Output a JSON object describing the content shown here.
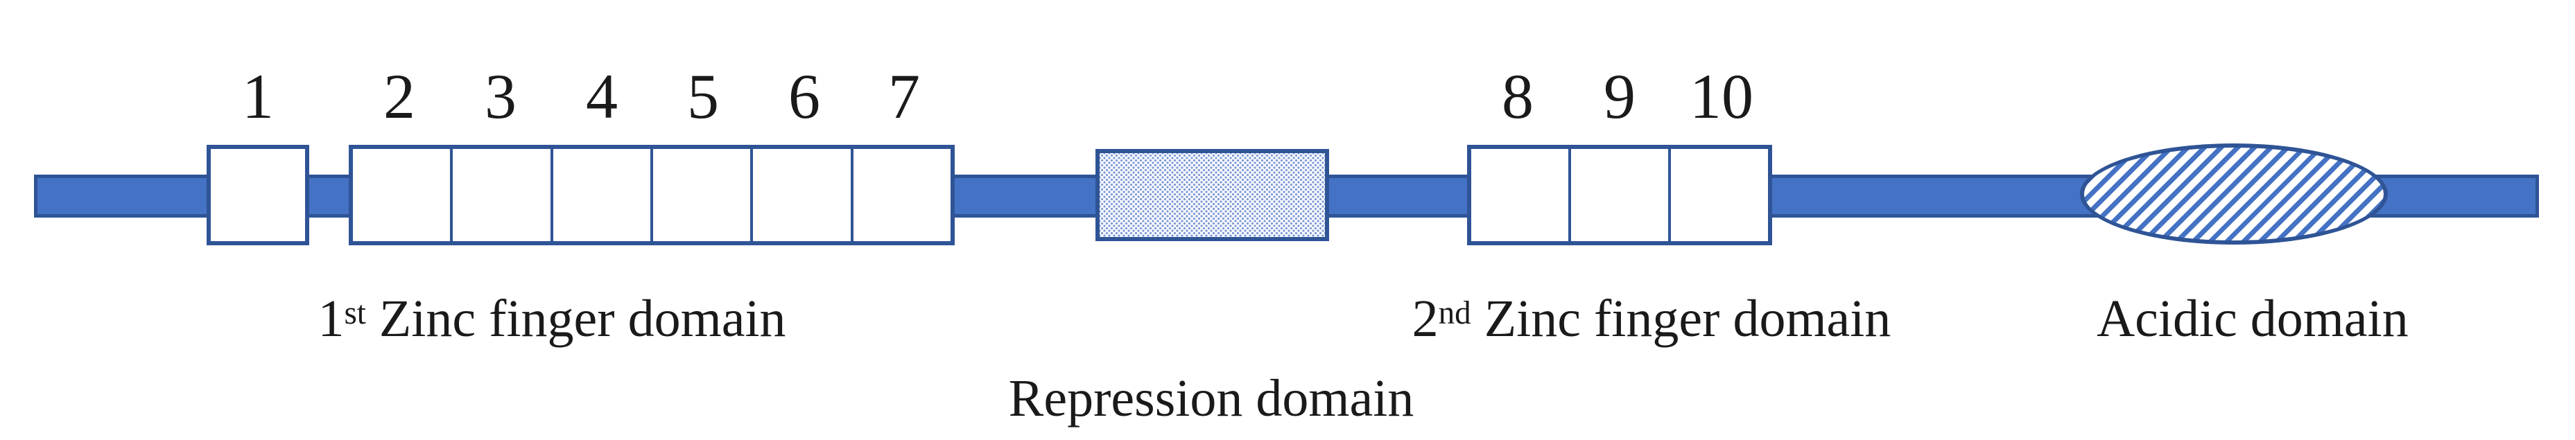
{
  "colors": {
    "accent": "#4472C4",
    "border": "#2F5496",
    "stipple": "#7F9BD7",
    "text": "#1A1A1A",
    "bg": "#FFFFFF"
  },
  "finger_numbers": [
    "1",
    "2",
    "3",
    "4",
    "5",
    "6",
    "7",
    "8",
    "9",
    "10"
  ],
  "labels": {
    "first_zinc": {
      "prefix": "1",
      "sup": "st",
      "rest": " Zinc finger domain"
    },
    "second_zinc": {
      "prefix": "2",
      "sup": "nd",
      "rest": " Zinc finger domain"
    },
    "repression": "Repression domain",
    "acidic": "Acidic domain"
  }
}
